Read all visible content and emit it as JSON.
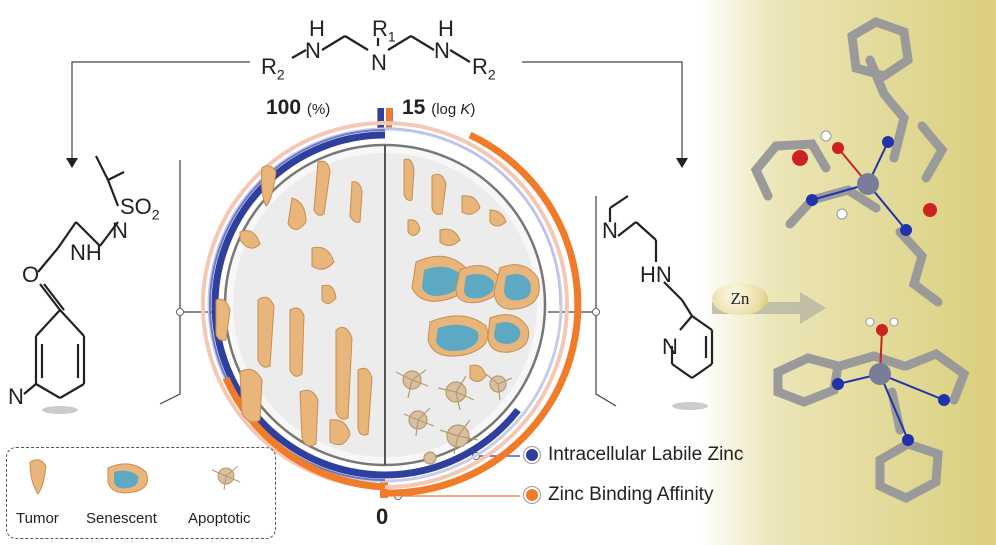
{
  "scaffold": {
    "left_nh": "H",
    "left_n": "N",
    "left_r2": "R",
    "left_r2_sub": "2",
    "center_r1": "R",
    "center_r1_sub": "1",
    "center_n": "N",
    "right_nh": "H",
    "right_n": "N",
    "right_r2": "R",
    "right_r2_sub": "2"
  },
  "scale": {
    "left_value": "100",
    "left_unit": "(%)",
    "right_value": "15",
    "right_unit": "(log ",
    "right_unit_italic": "K",
    "right_unit_close": ")",
    "bottom_value": "0"
  },
  "left_molecule": {
    "o": "O",
    "nh": "NH",
    "so2": "SO",
    "so2_sub": "2",
    "n_sulfonyl": "N",
    "n_ring": "N"
  },
  "right_molecule": {
    "n_amine": "N",
    "hn": "HN",
    "n_pyridine": "N"
  },
  "zn_label": "Zn",
  "legend": [
    {
      "label": "Intracellular Labile Zinc",
      "color": "#2e3f9e"
    },
    {
      "label": "Zinc Binding Affinity",
      "color": "#f07c2a"
    }
  ],
  "cell_key": [
    {
      "label": "Tumor"
    },
    {
      "label": "Senescent"
    },
    {
      "label": "Apoptotic"
    }
  ],
  "colors": {
    "blue": "#2e3f9e",
    "orange": "#f07c2a",
    "cell": "#e8b57a",
    "senescent": "#3aa6d6",
    "panel": "#d9cf7c",
    "carbon": "#9a9a9a",
    "nitrogen": "#2233aa",
    "oxygen": "#cc2222",
    "zinc": "#7a7d9a"
  }
}
